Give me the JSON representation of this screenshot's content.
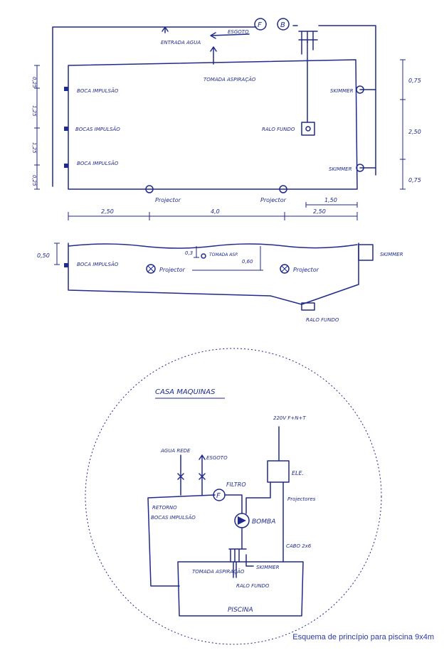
{
  "plan": {
    "labels": {
      "entrada_agua": "ENTRADA AGUA",
      "esgoto_top": "ESGOTO",
      "tomada_aspiracao": "TOMADA ASPIRAÇÃO",
      "boca_impulsao_1": "BOCA IMPULSÃO",
      "boca_impulsao_2": "BOCAS IMPULSÃO",
      "boca_impulsao_3": "BOCA IMPULSÃO",
      "ralo_fundo": "RALO FUNDO",
      "skimmer_1": "SKIMMER",
      "skimmer_2": "SKIMMER",
      "projector_1": "Projector",
      "projector_2": "Projector",
      "f_symbol": "F",
      "b_symbol": "B"
    },
    "dims_left": [
      "0,25",
      "1,25",
      "1,25",
      "0,25"
    ],
    "dims_right": [
      "0,75",
      "2,50",
      "0,75"
    ],
    "dims_bottom": [
      "2,50",
      "4,0",
      "2,50"
    ],
    "dim_inset": "1,50"
  },
  "section": {
    "labels": {
      "boca_impulsao": "BOCA IMPULSÃO",
      "projector_1": "Projector",
      "projector_2": "Projector",
      "tomada_asp": "TOMADA ASP.",
      "skimmer": "SKIMMER",
      "ralo_fundo": "RALO FUNDO"
    },
    "dims": {
      "left": "0,50",
      "d1": "0,3",
      "d2": "0,60"
    }
  },
  "machines": {
    "title": "CASA MAQUINAS",
    "labels": {
      "agua_rede": "AGUA REDE",
      "esgoto": "ESGOTO",
      "filtro": "FILTRO",
      "retorno": "RETORNO",
      "bocas_impulsao": "BOCAS IMPULSÃO",
      "bomba": "BOMBA",
      "power": "220V F+N+T",
      "ele": "ELE.",
      "projectores": "Projectores",
      "cabo": "CABO 2x6",
      "tomada_aspiracao": "TOMADA ASPIRAÇÃO",
      "ralo_fundo": "RALO FUNDO",
      "skimmer": "SKIMMER",
      "piscina": "PISCINA",
      "f_symbol": "F"
    }
  },
  "caption": "Esquema de princípio para piscina 9x4m",
  "colors": {
    "ink": "#1f2a8c",
    "caption": "#2a3aa6",
    "background": "#ffffff"
  }
}
